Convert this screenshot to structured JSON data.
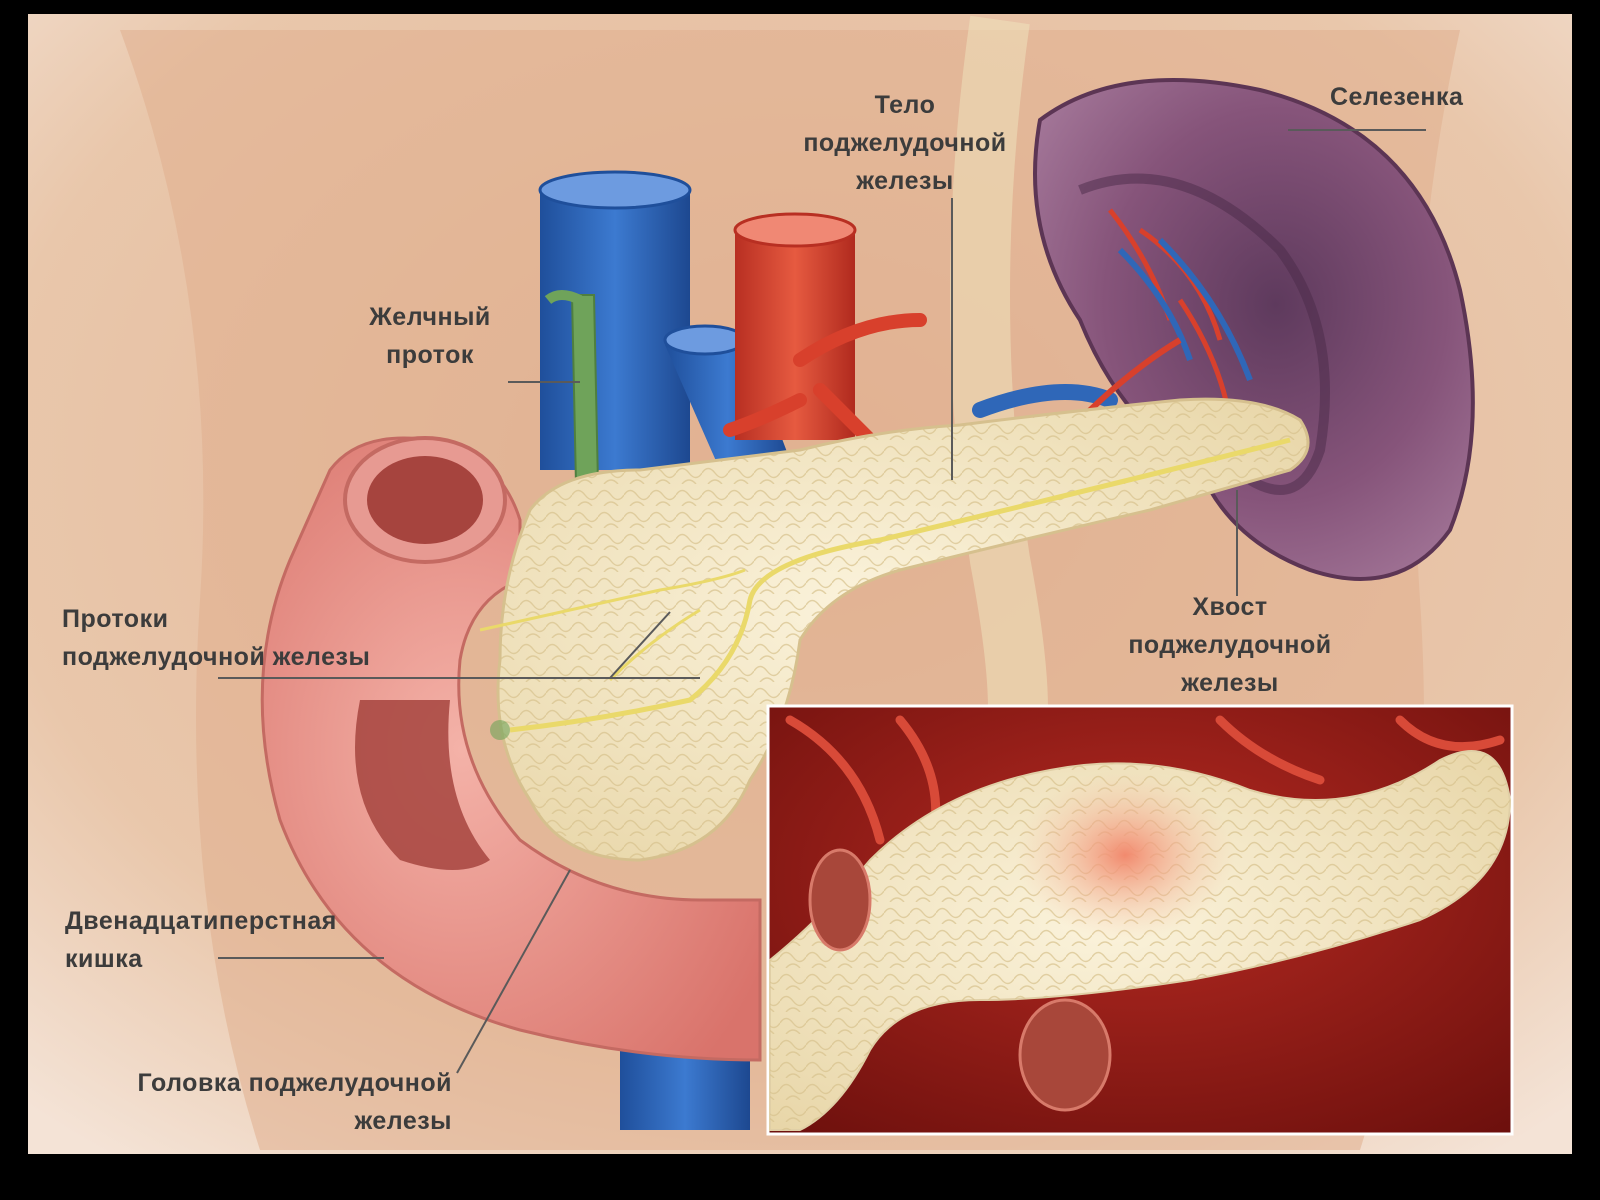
{
  "labels": {
    "spleen": "Селезенка",
    "body": [
      "Тело",
      "поджелудочной",
      "железы"
    ],
    "bile_duct": [
      "Желчный",
      "проток"
    ],
    "ducts": [
      "Протоки",
      "поджелудочной железы"
    ],
    "tail": [
      "Хвост",
      "поджелудочной",
      "железы"
    ],
    "duodenum": [
      "Двенадцатиперстная",
      "кишка"
    ],
    "head": [
      "Головка поджелудочной",
      "железы"
    ]
  },
  "colors": {
    "background_skin": "#e8c2a4",
    "vein": "#2f67b8",
    "artery": "#d8402c",
    "bile_duct": "#6fa35a",
    "pancreas": "#f2e4c2",
    "duct_line": "#ead96a",
    "spleen": "#7e4a6e",
    "duodenum": "#e48c86",
    "inset_bg": "#8e1a16",
    "label_text": "#3c3c3c",
    "leader_line": "#5a5a5a"
  }
}
